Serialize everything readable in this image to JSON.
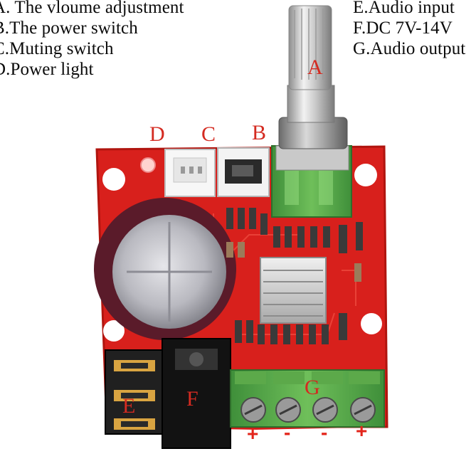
{
  "legend": {
    "left": [
      "A. The vloume adjustment",
      "B.The power switch",
      "C.Muting switch",
      "D.Power light"
    ],
    "right": [
      "E.Audio input",
      "F.DC 7V-14V",
      "G.Audio output"
    ]
  },
  "callouts": {
    "a": "A",
    "b": "B",
    "c": "C",
    "d": "D",
    "e": "E",
    "f": "F",
    "g": "G"
  },
  "terminal_polarity": [
    "+",
    "-",
    "-",
    "+"
  ],
  "colors": {
    "pcb": "#d8201c",
    "callout": "#d42b21",
    "terminal": "#4f9e3c"
  }
}
